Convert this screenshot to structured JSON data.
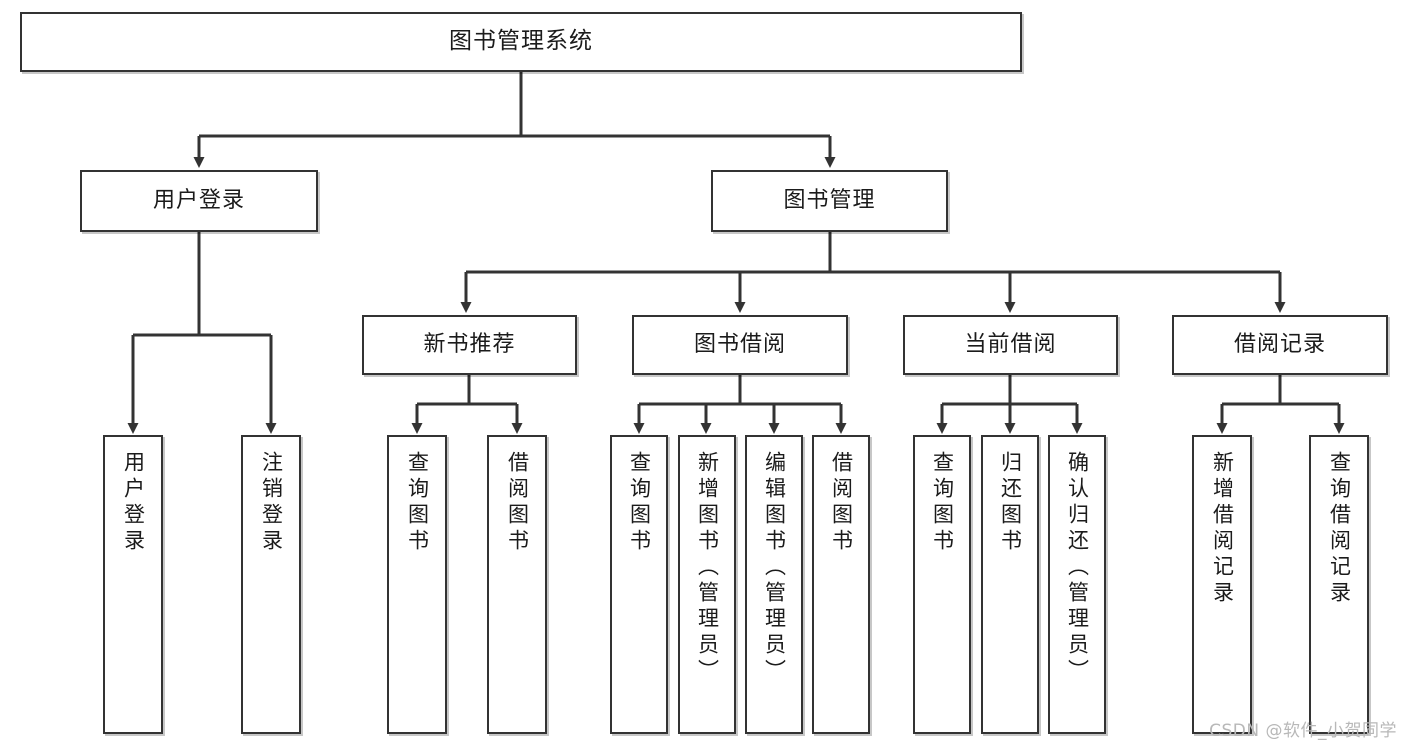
{
  "diagram": {
    "type": "tree-hierarchy",
    "title": "图书管理系统",
    "watermark": "CSDN @软件_小贺同学",
    "colors": {
      "stroke": "#333333",
      "fill": "#ffffff",
      "text": "#1b1b1b",
      "watermark": "#b8b8b8"
    },
    "nodes": {
      "root": {
        "label": "图书管理系统"
      },
      "level2": [
        {
          "id": "user-login",
          "label": "用户登录"
        },
        {
          "id": "book-manage",
          "label": "图书管理"
        }
      ],
      "level3": [
        {
          "id": "new-book-recommend",
          "label": "新书推荐"
        },
        {
          "id": "book-borrow",
          "label": "图书借阅"
        },
        {
          "id": "current-borrow",
          "label": "当前借阅"
        },
        {
          "id": "borrow-record",
          "label": "借阅记录"
        }
      ],
      "leaves": {
        "user_login": [
          {
            "id": "leaf-user-login",
            "label": "用户登录"
          },
          {
            "id": "leaf-logout",
            "label": "注销登录"
          }
        ],
        "new_book_recommend": [
          {
            "id": "leaf-query-book-1",
            "label": "查询图书"
          },
          {
            "id": "leaf-borrow-book-1",
            "label": "借阅图书"
          }
        ],
        "book_borrow": [
          {
            "id": "leaf-query-book-2",
            "label": "查询图书"
          },
          {
            "id": "leaf-add-book",
            "label": "新增图书（管理员）"
          },
          {
            "id": "leaf-edit-book",
            "label": "编辑图书（管理员）"
          },
          {
            "id": "leaf-borrow-book-2",
            "label": "借阅图书"
          }
        ],
        "current_borrow": [
          {
            "id": "leaf-query-book-3",
            "label": "查询图书"
          },
          {
            "id": "leaf-return-book",
            "label": "归还图书"
          },
          {
            "id": "leaf-confirm-return",
            "label": "确认归还（管理员）"
          }
        ],
        "borrow_record": [
          {
            "id": "leaf-add-record",
            "label": "新增借阅记录"
          },
          {
            "id": "leaf-query-record",
            "label": "查询借阅记录"
          }
        ]
      }
    }
  }
}
